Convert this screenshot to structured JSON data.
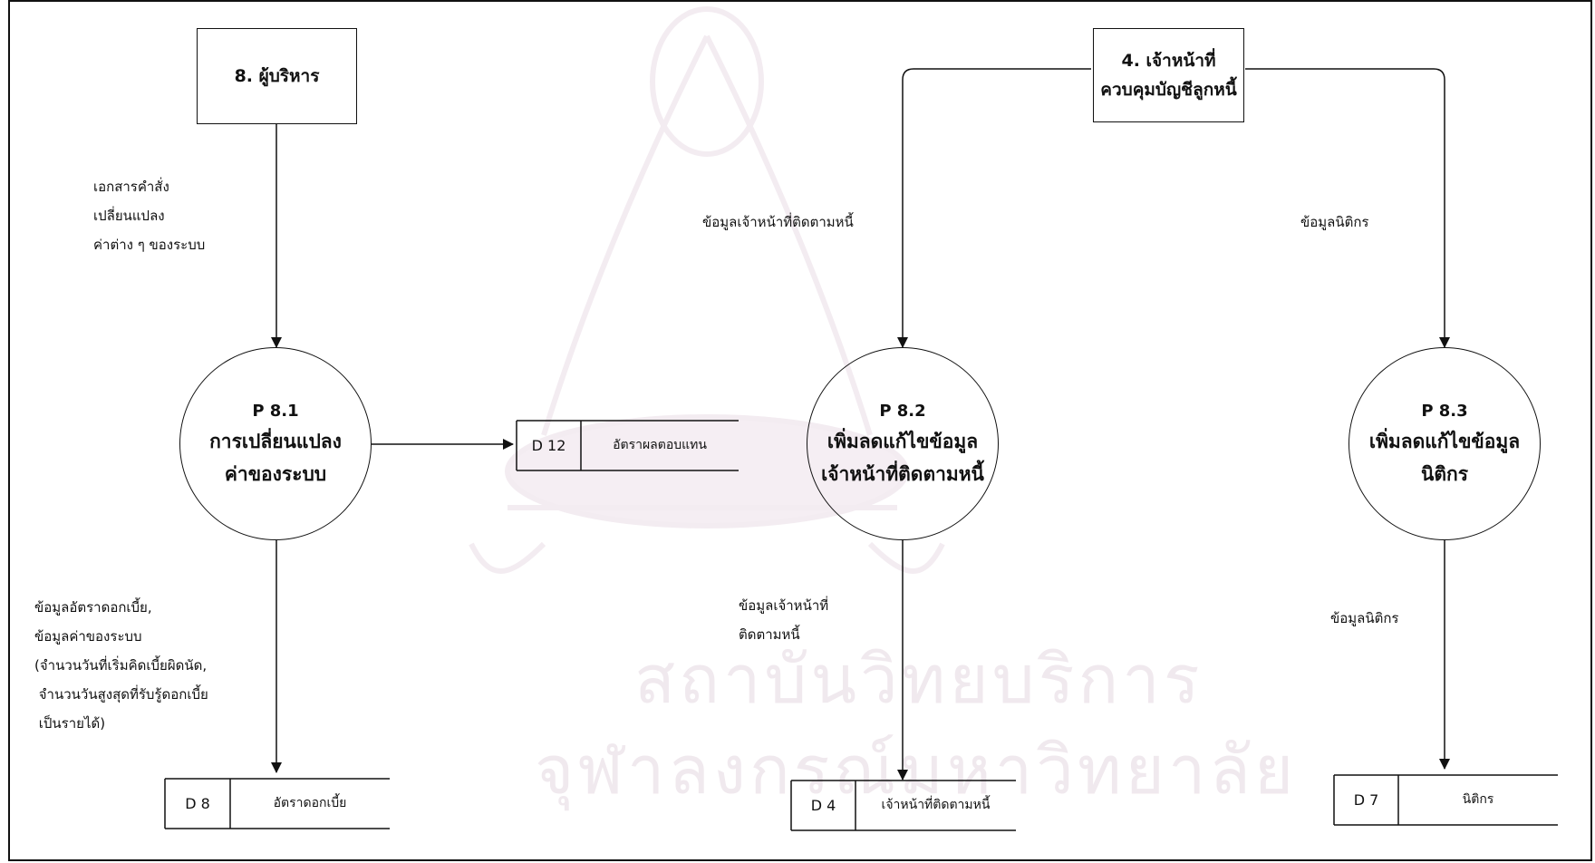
{
  "entities": {
    "executive": {
      "label": "8. ผู้บริหาร"
    },
    "debt_officer": {
      "line1": "4. เจ้าหน้าที่",
      "line2": "ควบคุมบัญชีลูกหนี้"
    }
  },
  "processes": {
    "p81": {
      "id": "P 8.1",
      "line1": "การเปลี่ยนแปลง",
      "line2": "ค่าของระบบ"
    },
    "p82": {
      "id": "P 8.2",
      "line1": "เพิ่มลดแก้ไขข้อมูล",
      "line2": "เจ้าหน้าที่ติดตามหนี้"
    },
    "p83": {
      "id": "P 8.3",
      "line1": "เพิ่มลดแก้ไขข้อมูล",
      "line2": "นิติกร"
    }
  },
  "stores": {
    "d12": {
      "id": "D 12",
      "name": "อัตราผลตอบแทน"
    },
    "d8": {
      "id": "D 8",
      "name": "อัตราดอกเบี้ย"
    },
    "d4": {
      "id": "D 4",
      "name": "เจ้าหน้าที่ติดตามหนี้"
    },
    "d7": {
      "id": "D 7",
      "name": "นิติกร"
    }
  },
  "flows": {
    "exec_to_p81": [
      "เอกสารคำสั่ง",
      "เปลี่ยนแปลง",
      "ค่าต่าง ๆ ของระบบ"
    ],
    "officer_to_p82": "ข้อมูลเจ้าหน้าที่ติดตามหนี้",
    "officer_to_p83": "ข้อมูลนิติกร",
    "p81_to_d8": [
      "ข้อมูลอัตราดอกเบี้ย,",
      "ข้อมูลค่าของระบบ",
      "(จำนวนวันที่เริ่มคิดเบี้ยผิดนัด,",
      " จำนวนวันสูงสุดที่รับรู้ดอกเบี้ย",
      " เป็นรายได้)"
    ],
    "p82_to_d4": [
      "ข้อมูลเจ้าหน้าที่",
      "ติดตามหนี้"
    ],
    "p83_to_d7": "ข้อมูลนิติกร"
  },
  "watermark": {
    "line1": "สถาบันวิทยบริการ",
    "line2": "จุฬาลงกรณ์มหาวิทยาลัย"
  }
}
